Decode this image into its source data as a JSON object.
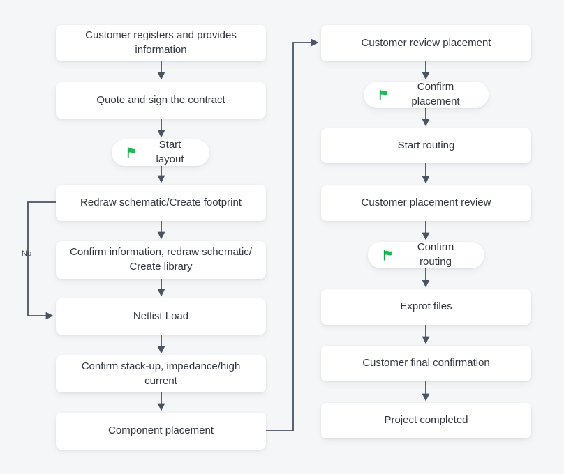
{
  "diagram": {
    "title": "PCB design workflow flowchart",
    "background_color": "#f5f6f8",
    "node_fill": "#ffffff",
    "text_color": "#32363f",
    "connector_color": "#4a5362",
    "flag_color": "#16a34a"
  },
  "left_column": {
    "nodes": [
      {
        "id": "n1",
        "label": "Customer registers and provides information",
        "shape": "rect",
        "icon": null
      },
      {
        "id": "n2",
        "label": "Quote and sign the contract",
        "shape": "rect",
        "icon": null
      },
      {
        "id": "n3",
        "label": "Start layout",
        "shape": "pill",
        "icon": "green-flag-icon"
      },
      {
        "id": "n4",
        "label": "Redraw schematic/Create footprint",
        "shape": "rect",
        "icon": null
      },
      {
        "id": "n5",
        "label": "Confirm information, redraw schematic/ Create library",
        "shape": "rect",
        "icon": null
      },
      {
        "id": "n6",
        "label": "Netlist Load",
        "shape": "rect",
        "icon": null
      },
      {
        "id": "n7",
        "label": "Confirm stack-up, impedance/high current",
        "shape": "rect",
        "icon": null
      },
      {
        "id": "n8",
        "label": "Component placement",
        "shape": "rect",
        "icon": null
      }
    ]
  },
  "right_column": {
    "nodes": [
      {
        "id": "n9",
        "label": "Customer review placement",
        "shape": "rect",
        "icon": null
      },
      {
        "id": "n10",
        "label": "Confirm placement",
        "shape": "pill",
        "icon": "green-flag-icon"
      },
      {
        "id": "n11",
        "label": "Start routing",
        "shape": "rect",
        "icon": null
      },
      {
        "id": "n12",
        "label": "Customer placement review",
        "shape": "rect",
        "icon": null
      },
      {
        "id": "n13",
        "label": "Confirm routing",
        "shape": "pill",
        "icon": "green-flag-icon"
      },
      {
        "id": "n14",
        "label": "Exprot files",
        "shape": "rect",
        "icon": null
      },
      {
        "id": "n15",
        "label": "Customer final confirmation",
        "shape": "rect",
        "icon": null
      },
      {
        "id": "n16",
        "label": "Project completed",
        "shape": "rect",
        "icon": null
      }
    ]
  },
  "edge_labels": [
    {
      "id": "e_no",
      "text": "No"
    }
  ]
}
